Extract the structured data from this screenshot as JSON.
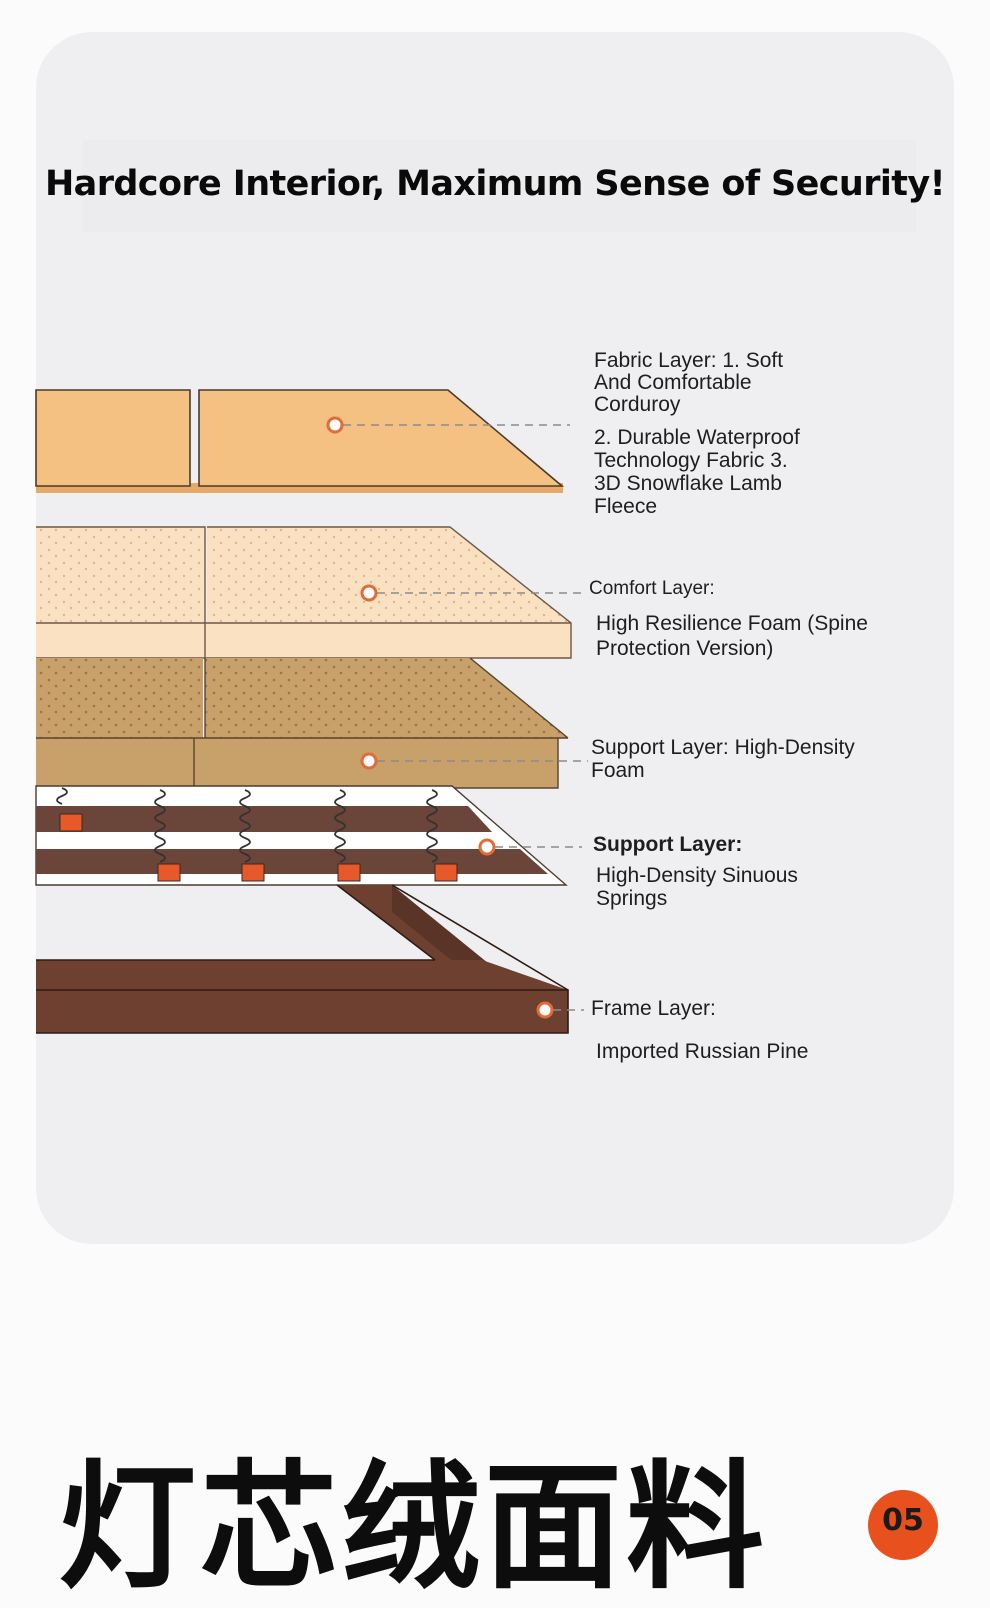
{
  "heading": "Hardcore Interior, Maximum Sense of Security!",
  "colors": {
    "card": "#efeff1",
    "fabric": "#f4c183",
    "comfort": "#f9e1c2",
    "support_foam": "#c7a06a",
    "spring_bar": "#6b4539",
    "spring_block": "#e8592a",
    "frame": "#6e4030",
    "marker": "#e26b37"
  },
  "layers": [
    {
      "id": "fabric",
      "heading": "Fabric Layer: 1. Soft\nAnd Comfortable\nCorduroy",
      "detail": "2. Durable Waterproof\nTechnology Fabric 3.\n3D Snowflake Lamb\nFleece"
    },
    {
      "id": "comfort",
      "heading": "Comfort Layer:",
      "detail": "High Resilience Foam (Spine\nProtection Version)"
    },
    {
      "id": "support_foam",
      "heading": "Support Layer: High-Density\nFoam",
      "detail": ""
    },
    {
      "id": "support_springs",
      "heading": "Support Layer:",
      "detail": "High-Density Sinuous\nSprings"
    },
    {
      "id": "frame",
      "heading": "Frame Layer:",
      "detail": "Imported Russian Pine"
    }
  ],
  "footer": {
    "chinese_title": "灯芯绒面料",
    "badge": "05"
  }
}
